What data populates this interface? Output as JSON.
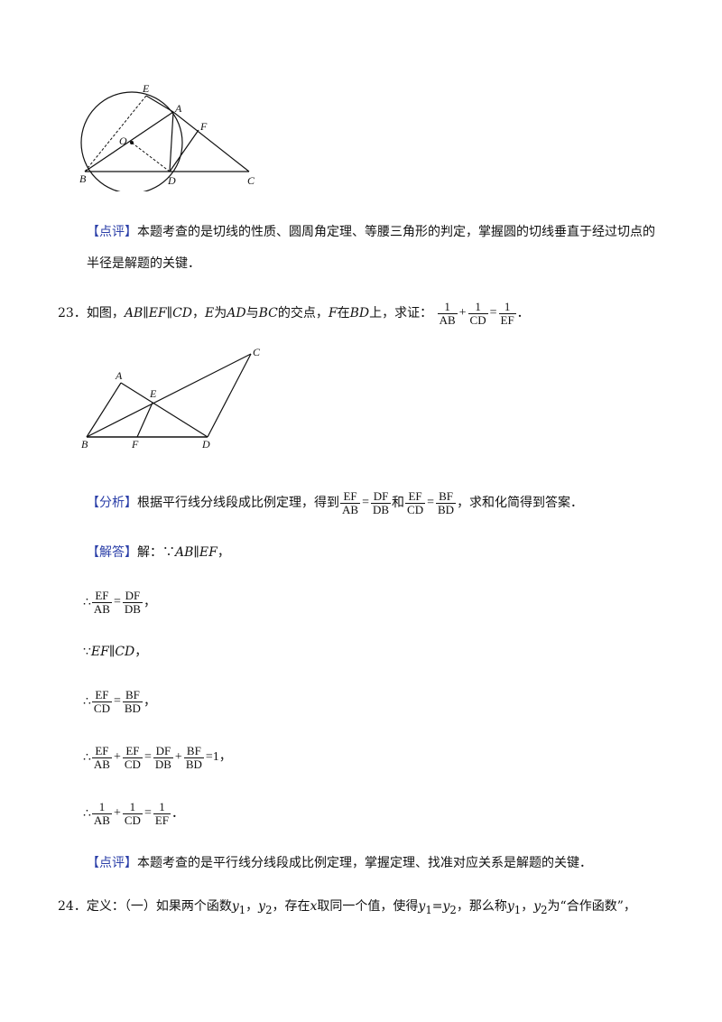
{
  "figure1": {
    "labels": {
      "E": "E",
      "A": "A",
      "F": "F",
      "O": "O",
      "B": "B",
      "D": "D",
      "C": "C"
    }
  },
  "comment1": {
    "tag": "【点评】",
    "line1": "本题考查的是切线的性质、圆周角定理、等腰三角形的判定，掌握圆的切线垂直于经过切点的",
    "line2": "半径是解题的关键．"
  },
  "problem23": {
    "number": "23．",
    "text_pre": "如图，",
    "cond": "AB∥EF∥CD",
    "text_mid1": "，",
    "e": "E",
    "text_mid2": "为",
    "ad": "AD",
    "text_mid3": "与",
    "bc": "BC",
    "text_mid4": "的交点，",
    "f": "F",
    "text_mid5": "在",
    "bd": "BD",
    "text_mid6": "上，求证：",
    "eq": {
      "n1": "1",
      "d1": "AB",
      "plus": "+",
      "n2": "1",
      "d2": "CD",
      "eqs": "=",
      "n3": "1",
      "d3": "EF",
      "end": "．"
    }
  },
  "figure2": {
    "labels": {
      "A": "A",
      "C": "C",
      "E": "E",
      "B": "B",
      "F": "F",
      "D": "D"
    }
  },
  "analysis": {
    "tag": "【分析】",
    "text1": "根据平行线分线段成比例定理，得到",
    "f1n": "EF",
    "f1d": "AB",
    "eq1": "=",
    "f2n": "DF",
    "f2d": "DB",
    "and": "和",
    "f3n": "EF",
    "f3d": "CD",
    "eq2": "=",
    "f4n": "BF",
    "f4d": "BD",
    "text2": "，求和化简得到答案．"
  },
  "solution": {
    "tag": "【解答】",
    "text": "解：",
    "because": "∵",
    "cond1": "AB∥EF",
    "comma": "，",
    "step1": {
      "therefore": "∴",
      "n1": "EF",
      "d1": "AB",
      "eq": "=",
      "n2": "DF",
      "d2": "DB",
      "end": "，"
    },
    "cond2_because": "∵",
    "cond2": "EF∥CD",
    "cond2_end": "，",
    "step2": {
      "therefore": "∴",
      "n1": "EF",
      "d1": "CD",
      "eq": "=",
      "n2": "BF",
      "d2": "BD",
      "end": "，"
    },
    "step3": {
      "therefore": "∴",
      "n1": "EF",
      "d1": "AB",
      "plus1": "+",
      "n2": "EF",
      "d2": "CD",
      "eq1": "=",
      "n3": "DF",
      "d3": "DB",
      "plus2": "+",
      "n4": "BF",
      "d4": "BD",
      "eq2": "=1，"
    },
    "step4": {
      "therefore": "∴",
      "n1": "1",
      "d1": "AB",
      "plus": "+",
      "n2": "1",
      "d2": "CD",
      "eq": "=",
      "n3": "1",
      "d3": "EF",
      "end": "．"
    }
  },
  "comment2": {
    "tag": "【点评】",
    "text": "本题考查的是平行线分线段成比例定理，掌握定理、找准对应关系是解题的关键．"
  },
  "problem24": {
    "number": "24．",
    "text1": "定义：（一）如果两个函数",
    "y1a": "y",
    "s1a": "1",
    "c1": "，",
    "y2a": "y",
    "s2a": "2",
    "text2": "，存在",
    "x": "x",
    "text3": "取同一个值，使得",
    "y1b": "y",
    "s1b": "1",
    "eq": "=",
    "y2b": "y",
    "s2b": "2",
    "text4": "，那么称",
    "y1c": "y",
    "s1c": "1",
    "c2": "，",
    "y2c": "y",
    "s2c": "2",
    "text5": "为“合作函数”，"
  }
}
